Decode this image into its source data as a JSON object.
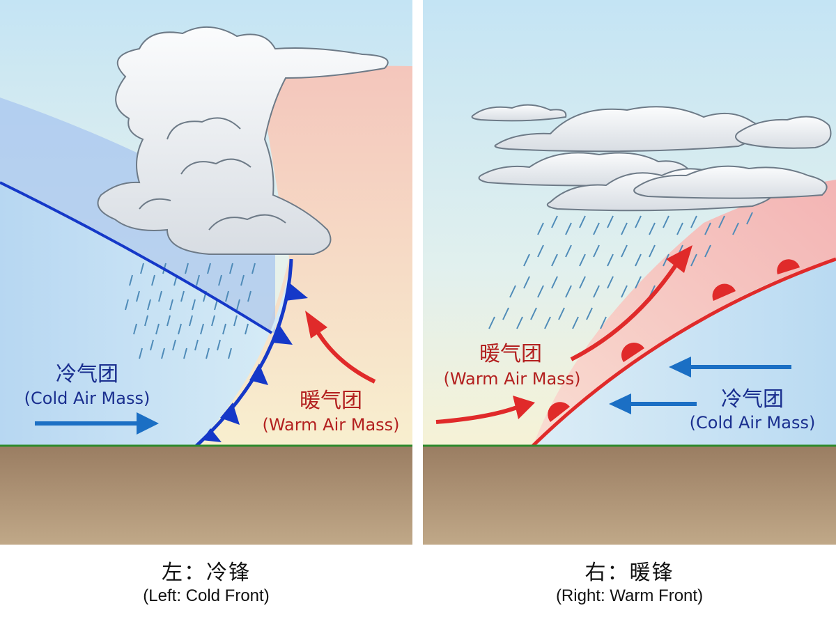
{
  "left_panel": {
    "cold_label_zh": "冷气团",
    "cold_label_en": "(Cold Air Mass)",
    "warm_label_zh": "暖气团",
    "warm_label_en": "(Warm Air Mass)",
    "caption_zh": "左：冷锋",
    "caption_en": "(Left: Cold Front)"
  },
  "right_panel": {
    "warm_label_zh": "暖气团",
    "warm_label_en": "(Warm Air Mass)",
    "cold_label_zh": "冷气团",
    "cold_label_en": "(Cold Air Mass)",
    "caption_zh": "右：暖锋",
    "caption_en": "(Right: Warm Front)"
  },
  "colors": {
    "cold_front": "#1538c8",
    "warm_front": "#e02a2a",
    "cold_text": "#1a2f8f",
    "warm_text": "#b3201f",
    "ground": "#a88a6e",
    "grass": "#2e8b2e",
    "sky": "#cfe9f5"
  }
}
